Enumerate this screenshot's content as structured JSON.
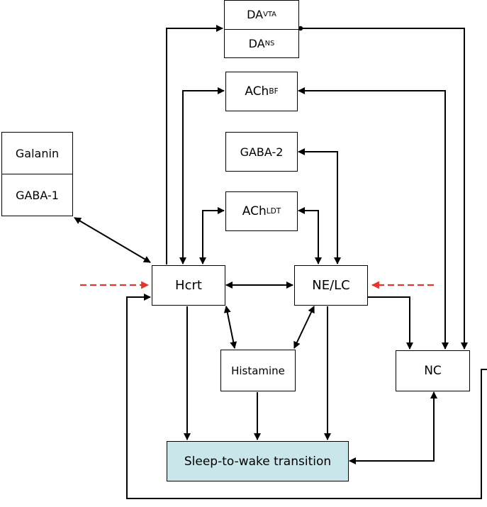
{
  "diagram": {
    "nodes": {
      "da_vta": {
        "base": "DA",
        "sub": "VTA"
      },
      "da_ns": {
        "base": "DA",
        "sub": "NS"
      },
      "ach_bf": {
        "base": "ACh",
        "sub": "BF"
      },
      "gaba2": {
        "label": "GABA-2"
      },
      "ach_ldt": {
        "base": "ACh",
        "sub": "LDT"
      },
      "galanin": {
        "label": "Galanin"
      },
      "gaba1": {
        "label": "GABA-1"
      },
      "hcrt": {
        "label": "Hcrt"
      },
      "ne_lc": {
        "label": "NE/LC"
      },
      "histamine": {
        "label": "Histamine"
      },
      "nc": {
        "label": "NC"
      },
      "sleep_wake": {
        "label": "Sleep-to-wake transition"
      }
    },
    "colors": {
      "line": "#000000",
      "external_input": "#e8352b",
      "transition_fill": "#c9e6ea"
    }
  }
}
